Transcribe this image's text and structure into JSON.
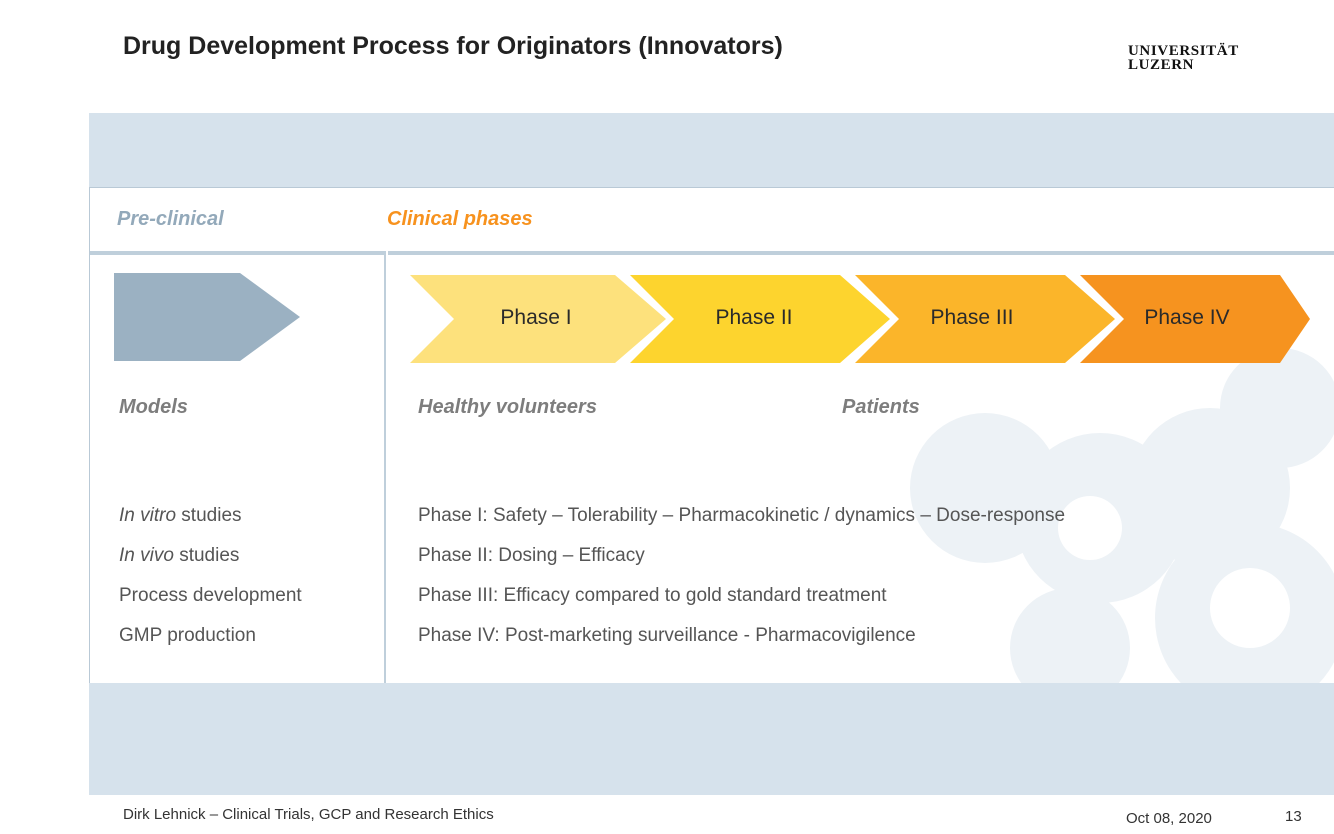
{
  "slide": {
    "title": "Drug Development Process for Originators (Innovators)",
    "logo": {
      "line1": "UNIVERSITÄT",
      "line2": "LUZERN"
    }
  },
  "headers": {
    "preclinical": "Pre-clinical",
    "clinical": "Clinical phases"
  },
  "phases": [
    {
      "label": "Phase I",
      "color": "#fde17c"
    },
    {
      "label": "Phase II",
      "color": "#fdd42e"
    },
    {
      "label": "Phase III",
      "color": "#fbb52a"
    },
    {
      "label": "Phase IV",
      "color": "#f6931f"
    }
  ],
  "preclinical_arrow_color": "#9bb1c2",
  "labels": {
    "models": "Models",
    "healthy": "Healthy volunteers",
    "patients": "Patients"
  },
  "preclinical_items": [
    {
      "em": "In vitro",
      "rest": " studies"
    },
    {
      "em": "In vivo",
      "rest": " studies"
    },
    {
      "em": "",
      "rest": "Process development"
    },
    {
      "em": "",
      "rest": "GMP production"
    }
  ],
  "clinical_items": [
    "Phase I: Safety – Tolerability – Pharmacokinetic / dynamics – Dose-response",
    "Phase II: Dosing – Efficacy",
    "Phase III: Efficacy compared to gold standard treatment",
    "Phase IV: Post-marketing surveillance - Pharmacovigilence"
  ],
  "footer": {
    "left": "Dirk Lehnick – Clinical Trials, GCP and Research Ethics",
    "date": "Oct 08, 2020",
    "page": "13"
  }
}
